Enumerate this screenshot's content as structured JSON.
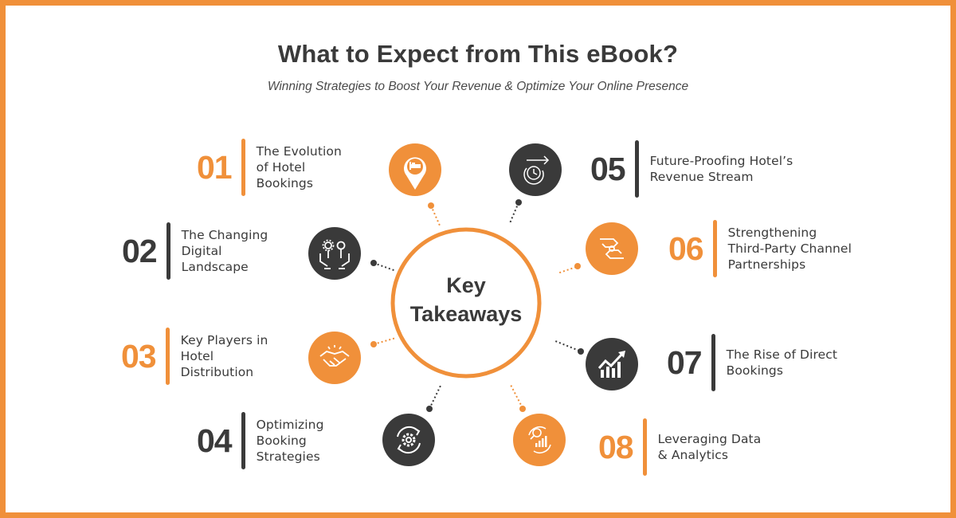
{
  "header": {
    "title": "What to Expect from This eBook?",
    "subtitle": "Winning Strategies to Boost Your Revenue & Optimize Your Online Presence"
  },
  "center": {
    "line1": "Key",
    "line2": "Takeaways"
  },
  "colors": {
    "accent": "#F0903A",
    "dark": "#3A3A3A",
    "background": "#FFFFFF"
  },
  "items": [
    {
      "num": "01",
      "label": "The Evolution of Hotel Bookings",
      "lines": [
        "The Evolution",
        "of Hotel",
        "Bookings"
      ],
      "color": "orange",
      "icon": "hotel-location-pin-icon"
    },
    {
      "num": "02",
      "label": "The Changing Digital Landscape",
      "lines": [
        "The Changing",
        "Digital",
        "Landscape"
      ],
      "color": "dark",
      "icon": "hands-gear-lightbulb-icon"
    },
    {
      "num": "03",
      "label": "Key Players in Hotel Distribution",
      "lines": [
        "Key Players in",
        "Hotel",
        "Distribution"
      ],
      "color": "orange",
      "icon": "handshake-icon"
    },
    {
      "num": "04",
      "label": "Optimizing Booking Strategies",
      "lines": [
        "Optimizing",
        "Booking",
        "Strategies"
      ],
      "color": "dark",
      "icon": "gear-refresh-icon"
    },
    {
      "num": "05",
      "label": "Future-Proofing Hotel’s Revenue Stream",
      "lines": [
        "Future-Proofing Hotel’s",
        "Revenue Stream"
      ],
      "color": "dark",
      "icon": "clock-forward-arrow-icon"
    },
    {
      "num": "06",
      "label": "Strengthening Third-Party Channel Partnerships",
      "lines": [
        "Strengthening",
        "Third-Party Channel",
        "Partnerships"
      ],
      "color": "orange",
      "icon": "hands-exchange-icon"
    },
    {
      "num": "07",
      "label": "The Rise of Direct Bookings",
      "lines": [
        "The Rise of Direct",
        "Bookings"
      ],
      "color": "dark",
      "icon": "growth-chart-icon"
    },
    {
      "num": "08",
      "label": "Leveraging Data & Analytics",
      "lines": [
        "Leveraging Data",
        "& Analytics"
      ],
      "color": "orange",
      "icon": "data-analytics-icon"
    }
  ]
}
